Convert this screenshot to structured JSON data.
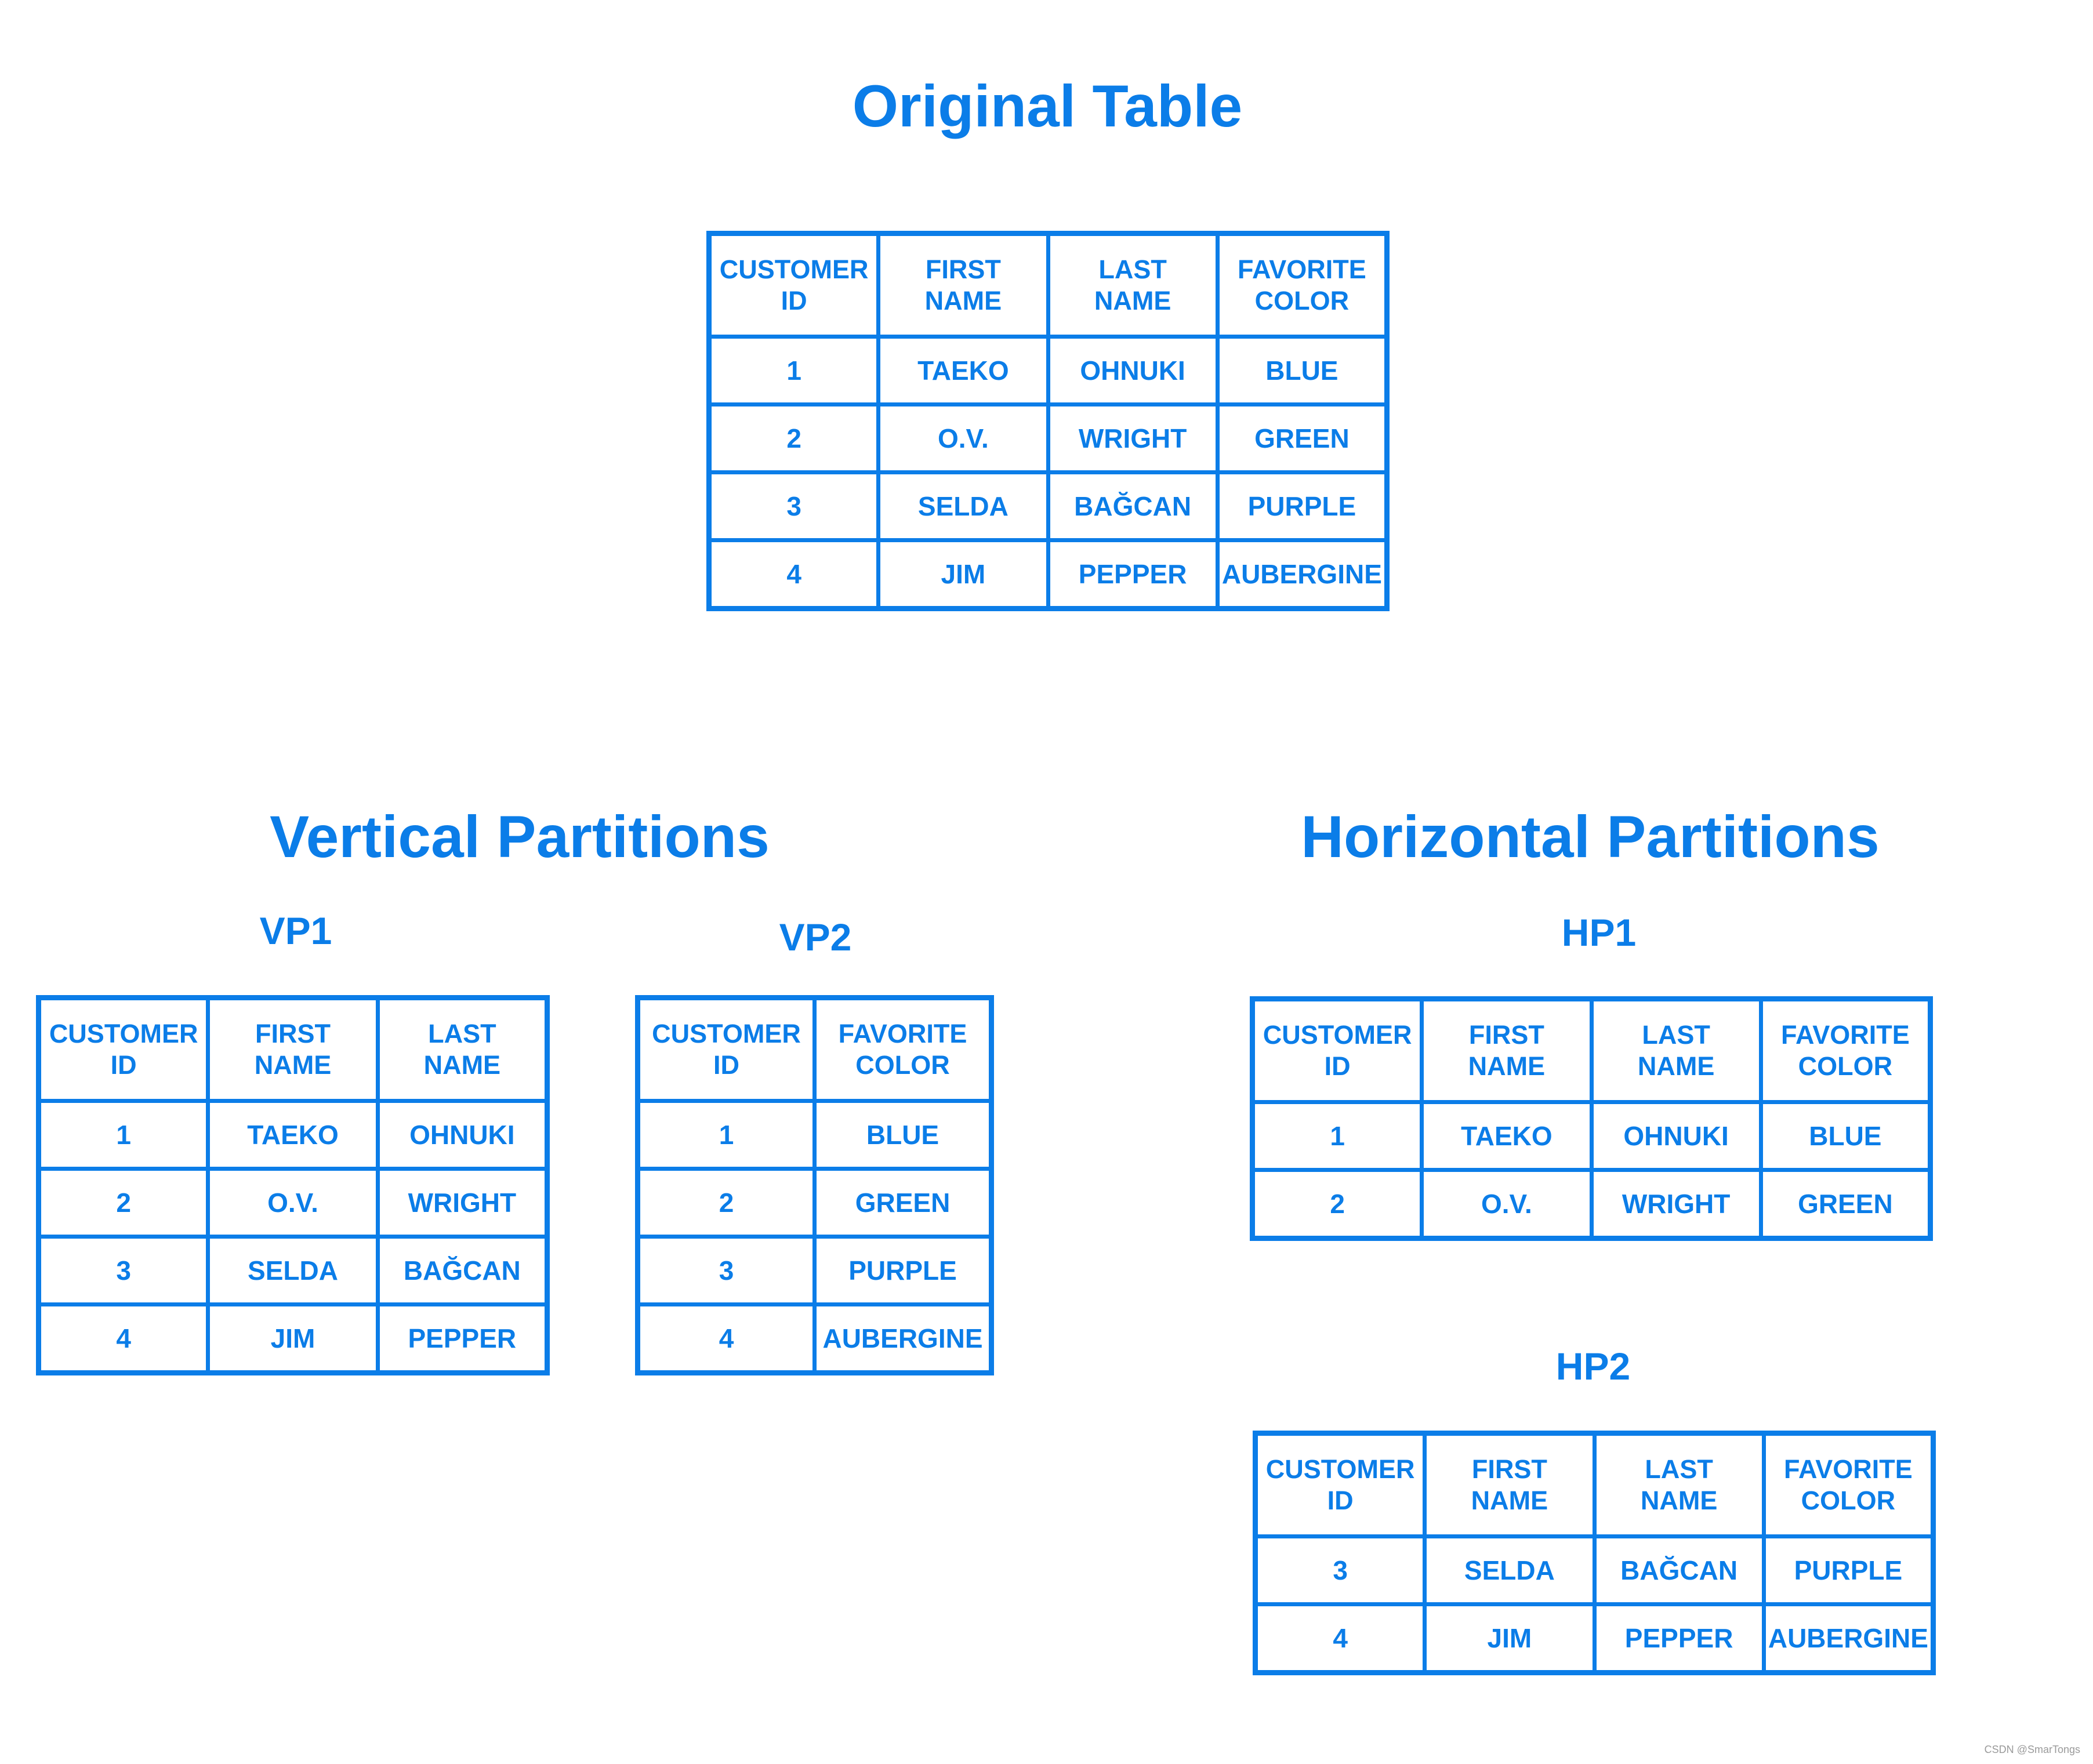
{
  "original": {
    "title": "Original Table",
    "headers": [
      "CUSTOMER\nID",
      "FIRST\nNAME",
      "LAST\nNAME",
      "FAVORITE\nCOLOR"
    ],
    "rows": [
      [
        "1",
        "TAEKO",
        "OHNUKI",
        "BLUE"
      ],
      [
        "2",
        "O.V.",
        "WRIGHT",
        "GREEN"
      ],
      [
        "3",
        "SELDA",
        "BAĞCAN",
        "PURPLE"
      ],
      [
        "4",
        "JIM",
        "PEPPER",
        "AUBERGINE"
      ]
    ]
  },
  "vertical": {
    "title": "Vertical Partitions",
    "vp1": {
      "label": "VP1",
      "headers": [
        "CUSTOMER\nID",
        "FIRST\nNAME",
        "LAST\nNAME"
      ],
      "rows": [
        [
          "1",
          "TAEKO",
          "OHNUKI"
        ],
        [
          "2",
          "O.V.",
          "WRIGHT"
        ],
        [
          "3",
          "SELDA",
          "BAĞCAN"
        ],
        [
          "4",
          "JIM",
          "PEPPER"
        ]
      ]
    },
    "vp2": {
      "label": "VP2",
      "headers": [
        "CUSTOMER\nID",
        "FAVORITE\nCOLOR"
      ],
      "rows": [
        [
          "1",
          "BLUE"
        ],
        [
          "2",
          "GREEN"
        ],
        [
          "3",
          "PURPLE"
        ],
        [
          "4",
          "AUBERGINE"
        ]
      ]
    }
  },
  "horizontal": {
    "title": "Horizontal Partitions",
    "hp1": {
      "label": "HP1",
      "headers": [
        "CUSTOMER\nID",
        "FIRST\nNAME",
        "LAST\nNAME",
        "FAVORITE\nCOLOR"
      ],
      "rows": [
        [
          "1",
          "TAEKO",
          "OHNUKI",
          "BLUE"
        ],
        [
          "2",
          "O.V.",
          "WRIGHT",
          "GREEN"
        ]
      ]
    },
    "hp2": {
      "label": "HP2",
      "headers": [
        "CUSTOMER\nID",
        "FIRST\nNAME",
        "LAST\nNAME",
        "FAVORITE\nCOLOR"
      ],
      "rows": [
        [
          "3",
          "SELDA",
          "BAĞCAN",
          "PURPLE"
        ],
        [
          "4",
          "JIM",
          "PEPPER",
          "AUBERGINE"
        ]
      ]
    }
  },
  "watermark": "CSDN @SmarTongs",
  "colors": {
    "accent": "#0b7de8",
    "background": "#ffffff"
  }
}
